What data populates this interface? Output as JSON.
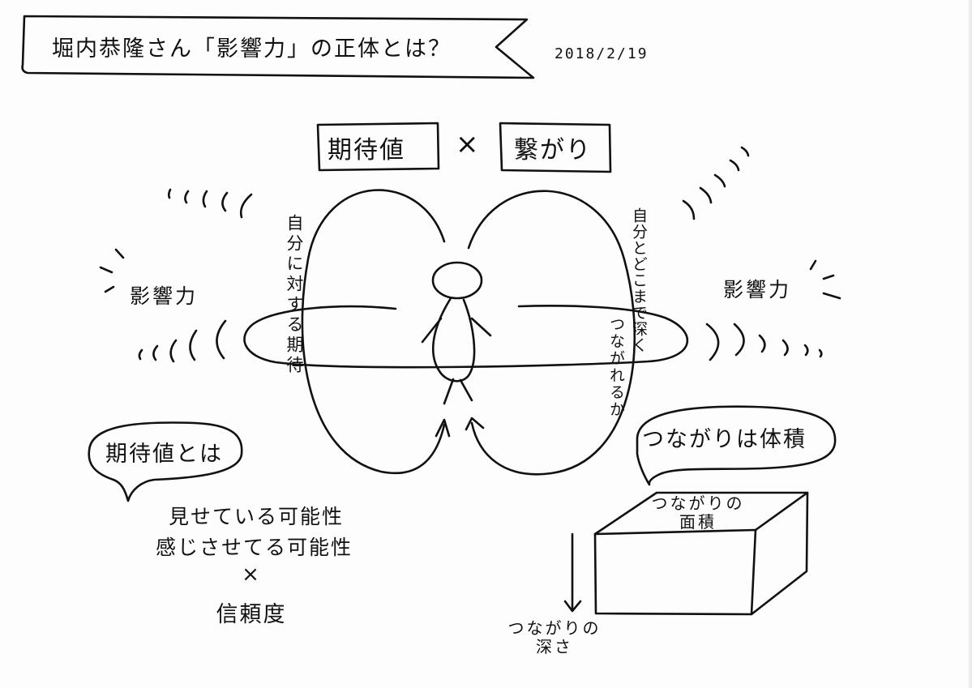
{
  "header": {
    "title": "堀内恭隆さん「影響力」の正体とは？",
    "date": "2018/2/19"
  },
  "formula": {
    "left_box": "期待値",
    "operator": "×",
    "right_box": "繋がり"
  },
  "left_loop": {
    "label": "自分に対する期待"
  },
  "right_loop": {
    "label_outer": "自分とどこまで深く",
    "label_inner": "つながれるか"
  },
  "influence": {
    "left": "影響力",
    "right": "影響力"
  },
  "expectation_bubble": {
    "title": "期待値とは",
    "line1": "見せている可能性",
    "line2": "感じさせてる可能性",
    "operator": "×",
    "line3": "信頼度"
  },
  "connection_bubble": {
    "title": "つながりは体積"
  },
  "volume_box": {
    "top_label": "つながりの面積",
    "depth_label": "つながりの深さ"
  }
}
